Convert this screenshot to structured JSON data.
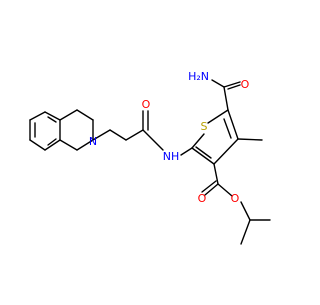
{
  "colors": {
    "background": "#ffffff",
    "bond": "#000000",
    "oxygen": "#ff0000",
    "nitrogen": "#0000ff",
    "sulfur": "#b8a100"
  },
  "atom_labels": {
    "amide_nh2": "H₂N",
    "amide_o": "O",
    "thiophene_s": "S",
    "amide_nh": "NH",
    "linker_o": "O",
    "ring_n": "N",
    "ester_o_carbonyl": "O",
    "ester_o_link": "O"
  }
}
